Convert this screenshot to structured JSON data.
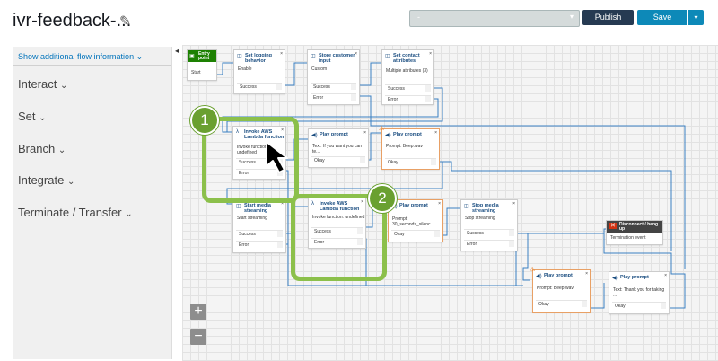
{
  "header": {
    "title": "ivr-feedback-...",
    "version_select": "-",
    "publish_label": "Publish",
    "save_label": "Save"
  },
  "sidebar": {
    "link": "Show additional flow information",
    "items": [
      {
        "label": "Interact"
      },
      {
        "label": "Set"
      },
      {
        "label": "Branch"
      },
      {
        "label": "Integrate"
      },
      {
        "label": "Terminate / Transfer"
      }
    ]
  },
  "blocks": {
    "entry": {
      "title": "Entry point",
      "branch": "Start"
    },
    "logging": {
      "title": "Set logging behavior",
      "sub": "Enable",
      "branch": "Success"
    },
    "store": {
      "title": "Store customer input",
      "sub": "Custom",
      "b1": "Success",
      "b2": "Error"
    },
    "attrs": {
      "title": "Set contact attributes",
      "sub": "Multiple attributes (3)",
      "b1": "Success",
      "b2": "Error"
    },
    "lambda1": {
      "title": "Invoke AWS Lambda function",
      "sub": "Invoke function: undefined",
      "b1": "Success",
      "b2": "Error"
    },
    "play1": {
      "title": "Play prompt",
      "sub": "Text: If you want you can te...",
      "b1": "Okay"
    },
    "play2": {
      "title": "Play prompt",
      "sub": "Prompt: Beep.wav",
      "b1": "Okay"
    },
    "stream": {
      "title": "Start media streaming",
      "sub": "Start streaming",
      "b1": "Success",
      "b2": "Error"
    },
    "lambda2": {
      "title": "Invoke AWS Lambda function",
      "sub": "Invoke function: undefined",
      "b1": "Success",
      "b2": "Error"
    },
    "play3": {
      "title": "Play prompt",
      "sub": "Prompt: 30_seconds_silenc...",
      "b1": "Okay"
    },
    "stop": {
      "title": "Stop media streaming",
      "sub": "Stop streaming",
      "b1": "Success",
      "b2": "Error"
    },
    "disconnect": {
      "title": "Disconnect / hang up",
      "sub": "Termination event"
    },
    "play4": {
      "title": "Play prompt",
      "sub": "Prompt: Beep.wav",
      "b1": "Okay"
    },
    "play5": {
      "title": "Play prompt",
      "sub": "Text: Thank you for taking ...",
      "b1": "Okay"
    }
  },
  "callouts": {
    "one": "1",
    "two": "2"
  },
  "zoom": {
    "in": "+",
    "out": "−"
  },
  "icons": [
    "pencil-icon",
    "chevron-down-icon",
    "speaker-icon",
    "lambda-icon",
    "warning-icon",
    "close-icon",
    "cursor-arrow-icon"
  ],
  "colors": {
    "primary": "#263a52",
    "save": "#0d89b8",
    "entry": "#1d8102",
    "callout": "#8cc04b",
    "link": "#0073bb"
  }
}
